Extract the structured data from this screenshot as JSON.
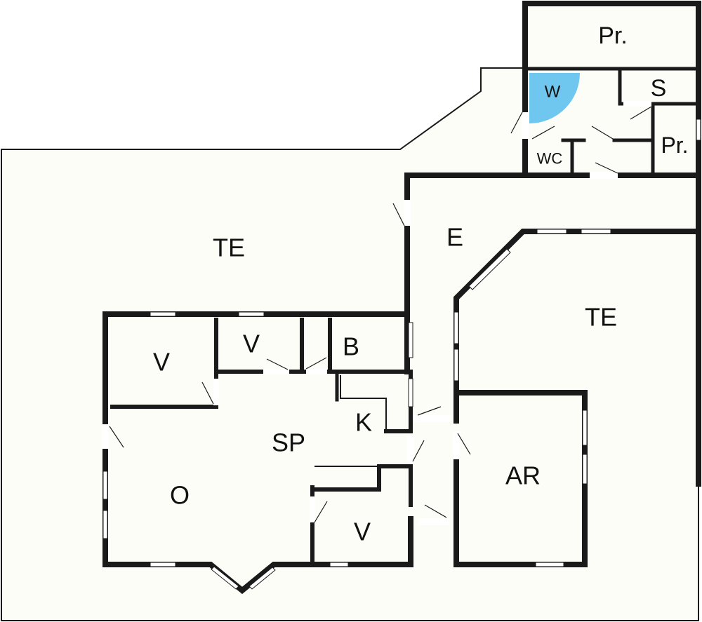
{
  "colors": {
    "background": "#ffffff",
    "floor": "#fdfdf8",
    "wall": "#1a1a1a",
    "washer_highlight": "#6fc6ee"
  },
  "rooms": {
    "pr_top": "Pr.",
    "w": "W",
    "s": "S",
    "pr_small": "Pr.",
    "wc": "WC",
    "te_left": "TE",
    "e": "E",
    "te_right": "TE",
    "v_left": "V",
    "v_middle": "V",
    "b": "B",
    "k": "K",
    "sp": "SP",
    "o": "O",
    "v_bottom": "V",
    "ar": "AR"
  }
}
